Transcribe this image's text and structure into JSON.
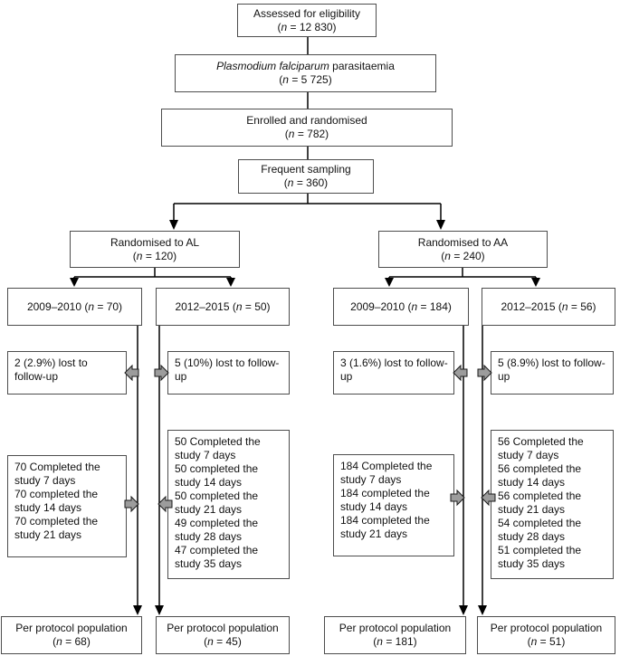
{
  "glyphs": {
    "paren_open": "(",
    "n_italic": "n"
  },
  "top_boxes": [
    {
      "line1": "Assessed for eligibility",
      "n_rest": " = 12 830)"
    },
    {
      "line1_italic": "Plasmodium falciparum",
      "line1_rest": " parasitaemia",
      "n_rest": " = 5 725)"
    },
    {
      "line1": "Enrolled and randomised",
      "n_rest": " = 782)"
    },
    {
      "line1": "Frequent sampling",
      "n_rest": " = 360)"
    }
  ],
  "arms": [
    {
      "line1": "Randomised to AL",
      "n_rest": " = 120)"
    },
    {
      "line1": "Randomised to AA",
      "n_rest": " = 240)"
    }
  ],
  "cohorts": [
    {
      "label": "2009–2010 ",
      "n_rest": " = 70)"
    },
    {
      "label": "2012–2015 ",
      "n_rest": " = 50)"
    },
    {
      "label": "2009–2010 ",
      "n_rest": " = 184)"
    },
    {
      "label": "2012–2015 ",
      "n_rest": " = 56)"
    }
  ],
  "lost_to_follow_up": [
    "2 (2.9%) lost to follow-up",
    "5 (10%) lost to follow-up",
    "3 (1.6%) lost to follow-up",
    "5 (8.9%) lost to follow-up"
  ],
  "completed": [
    [
      "70 Completed the study 7 days",
      "70 completed the study 14 days",
      "70 completed the study 21 days"
    ],
    [
      "50 Completed the study 7 days",
      "50 completed the study 14 days",
      "50 completed the study 21 days",
      "49 completed the study 28 days",
      "47 completed the study 35 days"
    ],
    [
      "184 Completed the study 7 days",
      "184 completed the study 14 days",
      "184 completed the study 21 days"
    ],
    [
      "56 Completed the study 7 days",
      "56 completed the study 14 days",
      "56 completed the study 21 days",
      "54 completed the study 28 days",
      "51 completed the study 35 days"
    ]
  ],
  "per_protocol": [
    {
      "line1": "Per protocol population",
      "n_rest": " = 68)"
    },
    {
      "line1": "Per protocol population",
      "n_rest": " = 45)"
    },
    {
      "line1": "Per protocol population",
      "n_rest": " = 181)"
    },
    {
      "line1": "Per protocol population",
      "n_rest": " = 51)"
    }
  ],
  "colors": {
    "box_border": "#4d4d4d",
    "flow_line": "#000000",
    "side_arrow_fill": "#9c9c9c",
    "background": "#ffffff"
  }
}
